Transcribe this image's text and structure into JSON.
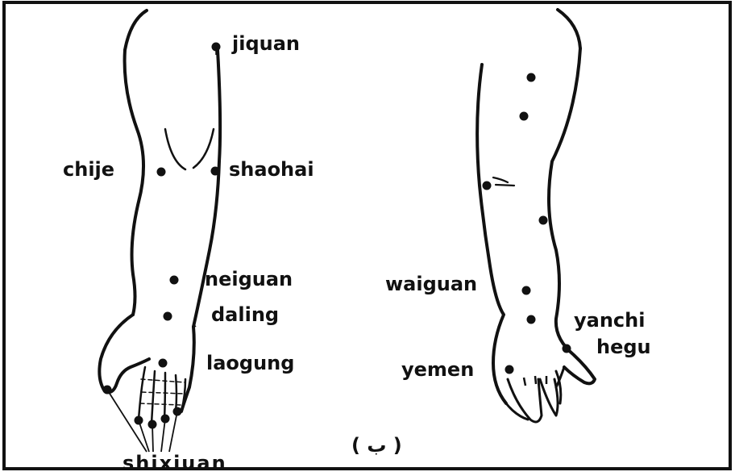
{
  "labels": {
    "jiquan": "jiquan",
    "chije": "chije",
    "shaohai": "shaohai",
    "neiguan": "neiguan",
    "daling": "daling",
    "laogung": "laogung",
    "shixiuan": "shixiuan",
    "waiguan": "waiguan",
    "yanchi": "yanchi",
    "hegu": "hegu",
    "yemen": "yemen",
    "caption": "( ب )"
  },
  "colors": {
    "ink": "#111111",
    "background": "#ffffff"
  }
}
